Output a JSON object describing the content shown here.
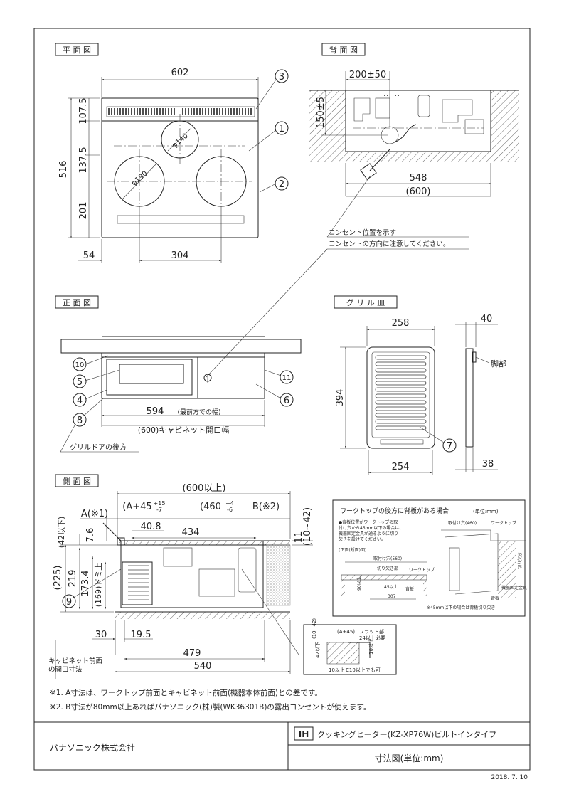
{
  "views": {
    "plan": "平 面 図",
    "back": "背 面 図",
    "front": "正 面 図",
    "grill": "グ リ ル 皿",
    "side": "側 面 図"
  },
  "plan_dims": {
    "width": "602",
    "depth": "516",
    "top_vent": "107.5",
    "mid": "137.5",
    "front": "201",
    "left_offset": "54",
    "burner_pitch": "304",
    "small_burner": "φ140",
    "large_burner": "φ190"
  },
  "callouts": {
    "c1": "1",
    "c2": "2",
    "c3": "3",
    "c4": "4",
    "c5": "5",
    "c6": "6",
    "c7": "7",
    "c8": "8",
    "c9": "9",
    "c10": "10",
    "c11": "11"
  },
  "back_dims": {
    "cord_pos": "200±50",
    "height": "150±5",
    "width": "548",
    "cabinet": "(600)"
  },
  "outlet_note": {
    "line1": "コンセント位置を示す",
    "line2": "コンセントの方向に注意してください。"
  },
  "front_dims": {
    "width_label": "594",
    "width_note": "(最前方での幅)",
    "cabinet_label": "(600)キャビネット開口幅",
    "grill_door": "グリルドアの後方"
  },
  "grill_dims": {
    "top": "258",
    "depth": "394",
    "bottom": "254",
    "side_top": "40",
    "side_bottom": "38",
    "leg": "脚部"
  },
  "side_dims": {
    "total": "(600以上)",
    "a_label": "A(※1)",
    "a_formula": "(A+45",
    "a_tol_up": "+15",
    "a_tol_dn": "-7",
    "mid_label": "(460",
    "mid_tol_up": "+4",
    "mid_tol_dn": "-6",
    "b_label": "B(※2)",
    "d40_8": "40.8",
    "d434": "434",
    "d42": "(42以下)",
    "d7_6": "7.6",
    "d225": "(225)",
    "d219": "219",
    "d173_4": "173.4",
    "d169": "(169)ドミ上",
    "d11": "11",
    "d10_42": "(10~42)",
    "d30": "30",
    "d19_5": "19.5",
    "d479": "479",
    "d540": "540",
    "cabinet_front": "キャビネット前面",
    "cabinet_size": "の開口寸法"
  },
  "inset": {
    "title": "ワークトップの後方に背板がある場合",
    "unit": "(単位:mm)",
    "notes": [
      "●背板位置がワークトップの取",
      "付け穴から45mm以下の場合は、",
      "機器固定金具が通るように切り",
      "欠きを設けてください。"
    ],
    "sub_title": "(正面(断面)図)",
    "cut_width": "取付け穴(560)",
    "cut_label": "切り欠き部",
    "worktop": "ワークトップ",
    "d45": "45以上",
    "d90": "90以上",
    "d307": "307",
    "backboard": "背板",
    "right_cut": "取付け穴(460)",
    "right_worktop": "ワークトップ",
    "right_cut2": "切り欠き",
    "fixing": "機器固定金具",
    "right_back": "背板",
    "bottom_note": "※45mm以下の場合は背板切り欠き"
  },
  "detail": {
    "formula": "(A+45)",
    "flat": "フラット部",
    "flat_req": "24以上必要",
    "d10_42": "(10~42)",
    "d42": "42以下",
    "d10": "10以上",
    "c10": "C10以上でも可"
  },
  "notes": [
    "※1. A寸法は、ワークトップ前面とキャビネット前面(機器本体前面)との差です。",
    "※2. B寸法が80mm以上あればパナソニック(株)製(WK36301B)の露出コンセントが使えます。"
  ],
  "footer": {
    "company": "パナソニック株式会社",
    "ih_badge": "IH",
    "product": "クッキングヒーター(KZ-XP76W)ビルトインタイプ",
    "doc_type": "寸法図(単位:mm)",
    "date": "2018. 7. 10"
  }
}
